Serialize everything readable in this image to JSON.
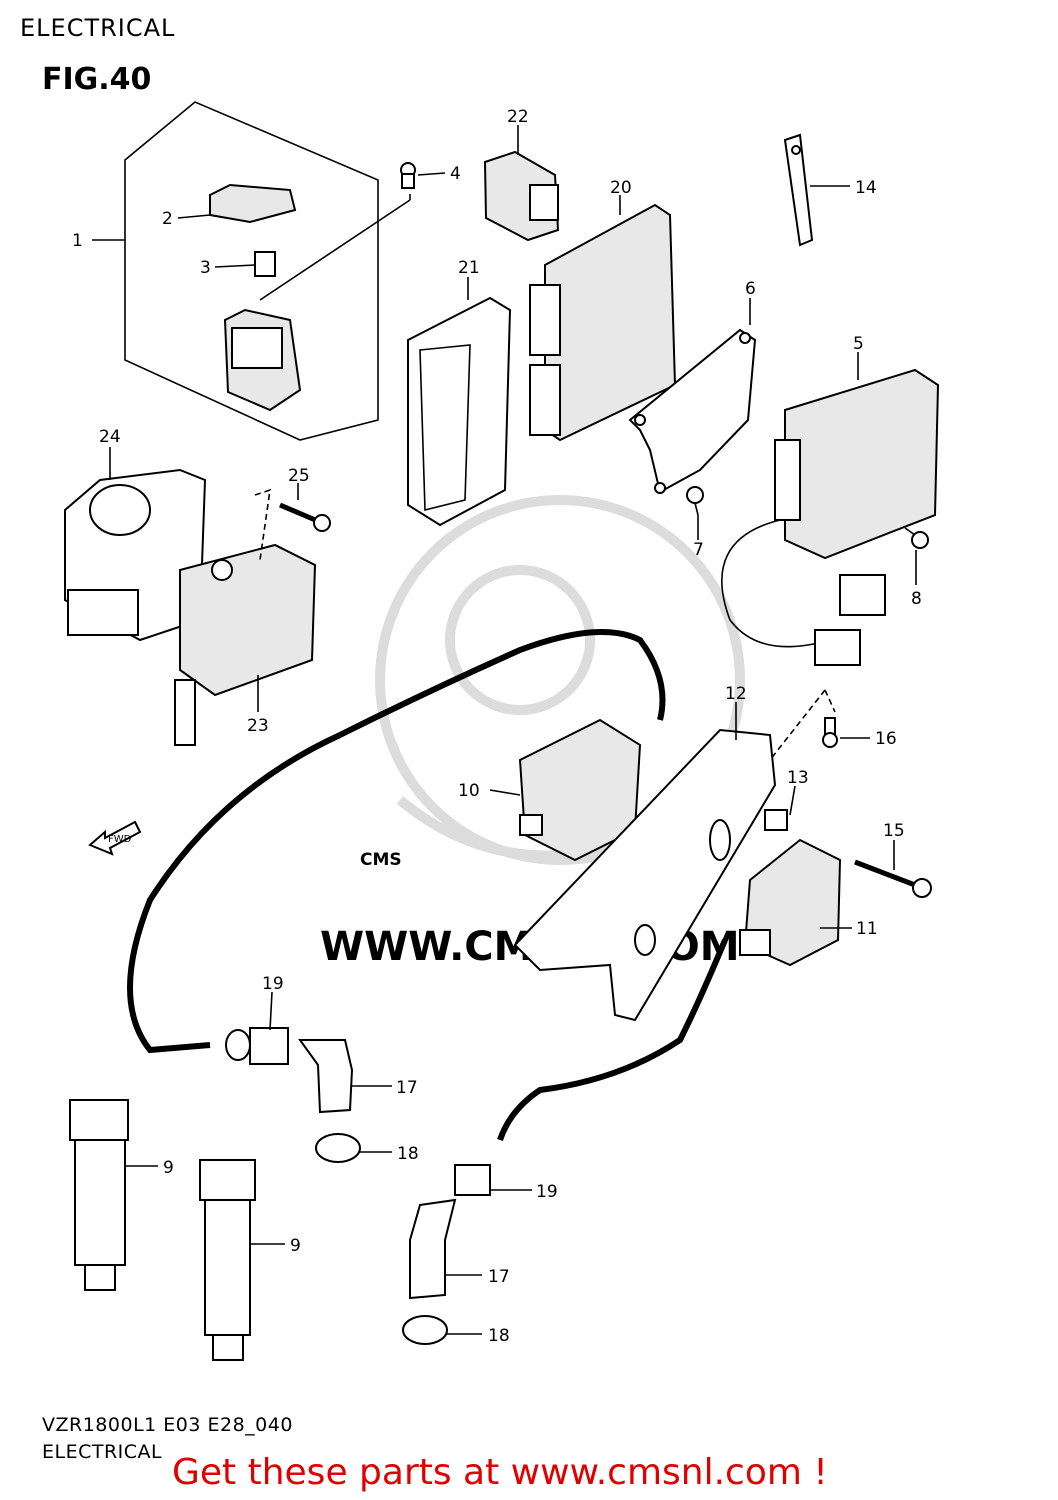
{
  "header": {
    "section_title": "ELECTRICAL",
    "figure_label": "FIG.40"
  },
  "footer": {
    "model_code": "VZR1800L1 E03 E28_040",
    "section_name": "ELECTRICAL"
  },
  "cta": {
    "text": "Get these parts at www.cmsnl.com !",
    "color": "#e00000"
  },
  "watermark": {
    "text": "WWW.CMSNL.COM",
    "logo": "CMS"
  },
  "fwd_label": "FWD",
  "callouts": [
    "1",
    "2",
    "3",
    "4",
    "5",
    "6",
    "7",
    "8",
    "9",
    "9",
    "10",
    "11",
    "12",
    "13",
    "14",
    "15",
    "16",
    "17",
    "17",
    "18",
    "18",
    "19",
    "19",
    "20",
    "21",
    "22",
    "23",
    "24",
    "25"
  ]
}
